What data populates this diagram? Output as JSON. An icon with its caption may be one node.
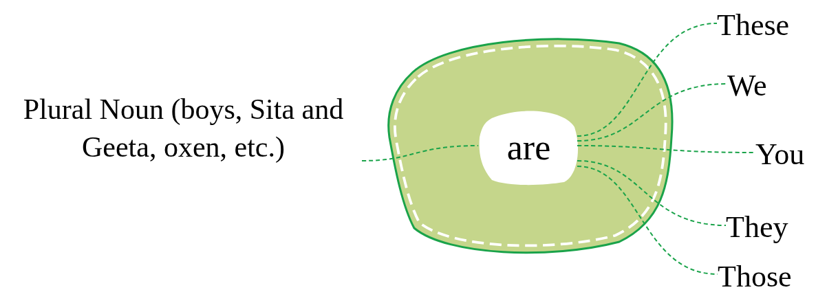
{
  "diagram": {
    "nodes": [
      {
        "text": [],
        "shape": "circle"
      },
      {
        "text": [
          "are"
        ],
        "in": 0
      },
      {
        "text": [
          "Plural Noun (boys, Sita and Geeta, oxen, etc.)"
        ]
      },
      {
        "text": [
          "These"
        ]
      },
      {
        "text": [
          "We"
        ]
      },
      {
        "text": [
          "You"
        ]
      },
      {
        "text": [
          "They"
        ]
      },
      {
        "text": [
          "Those"
        ]
      }
    ],
    "edges": [
      {
        "from": 2,
        "to": 1,
        "arrow": "none",
        "style": "dashed"
      },
      {
        "from": 1,
        "to": 3,
        "arrow": "none",
        "style": "dashed"
      },
      {
        "from": 1,
        "to": 4,
        "arrow": "none",
        "style": "dashed"
      },
      {
        "from": 1,
        "to": 5,
        "arrow": "none",
        "style": "dashed"
      },
      {
        "from": 1,
        "to": 6,
        "arrow": "none",
        "style": "dashed"
      },
      {
        "from": 1,
        "to": 7,
        "arrow": "none",
        "style": "dashed"
      }
    ]
  }
}
